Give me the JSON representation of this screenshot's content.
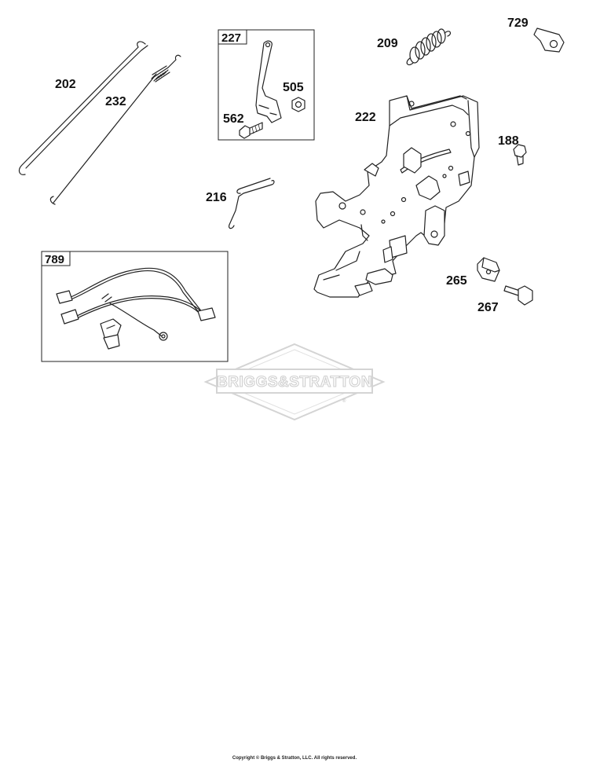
{
  "labels": {
    "p202": "202",
    "p232": "232",
    "p227": "227",
    "p505": "505",
    "p562": "562",
    "p209": "209",
    "p729": "729",
    "p222": "222",
    "p188": "188",
    "p216": "216",
    "p789": "789",
    "p265": "265",
    "p267": "267"
  },
  "watermark": {
    "text": "BRIGGS&STRATTON",
    "mark": "®",
    "color": "#cfcfcf"
  },
  "copyright": "Copyright © Briggs & Stratton, LLC. All rights reserved."
}
